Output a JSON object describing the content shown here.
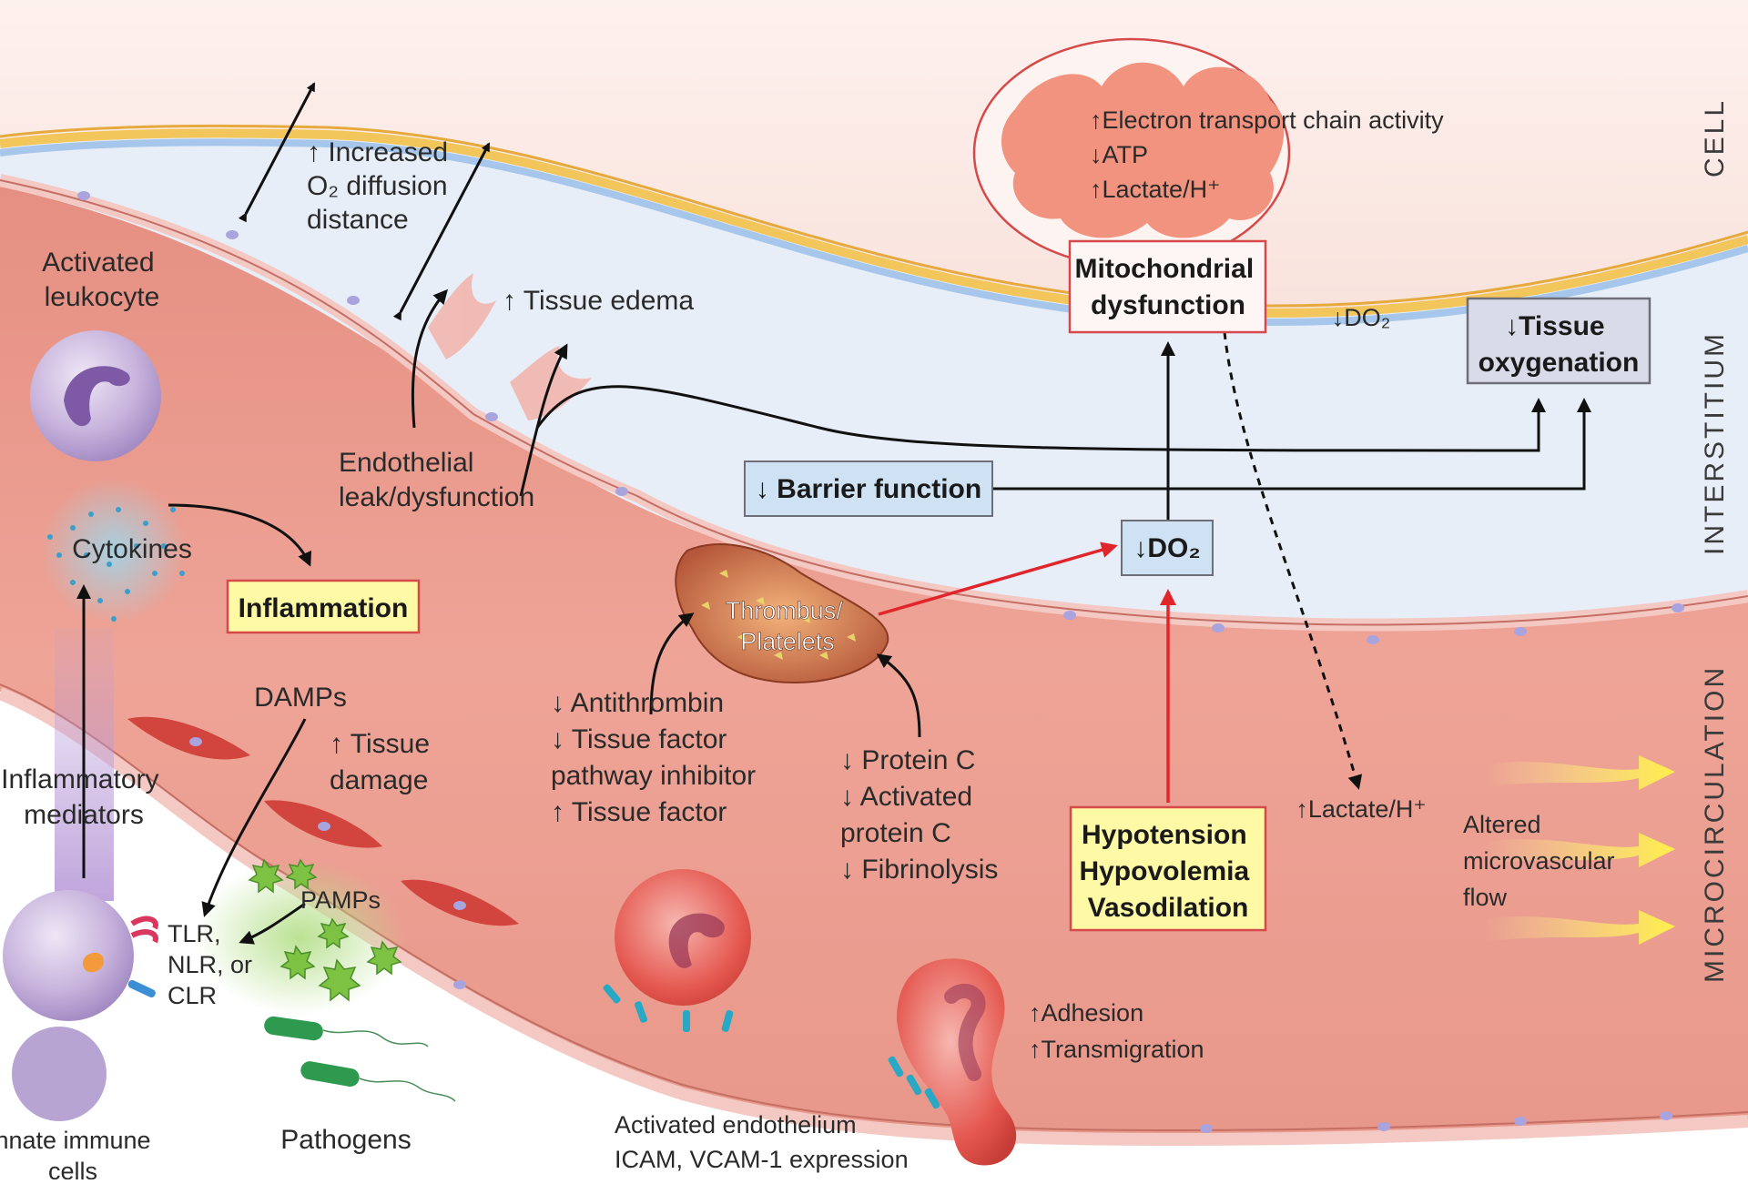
{
  "regions": {
    "cell": "CELL",
    "interstitium": "INTERSTITIUM",
    "microcirculation": "MICROCIRCULATION"
  },
  "labels": {
    "o2_diffusion": [
      "↑ Increased",
      "O₂ diffusion",
      "distance"
    ],
    "tissue_edema": "↑ Tissue edema",
    "activated_leukocyte": [
      "Activated",
      "leukocyte"
    ],
    "endothelial_leak": [
      "Endothelial",
      "leak/dysfunction"
    ],
    "cytokines": "Cytokines",
    "damps": "DAMPs",
    "tissue_damage": [
      "↑ Tissue",
      "damage"
    ],
    "inflammatory_mediators": [
      "Inflammatory",
      "mediators"
    ],
    "pamps": "PAMPs",
    "receptors": [
      "TLR,",
      "NLR, or",
      "CLR"
    ],
    "innate_immune_cells": [
      "Innate immune",
      "cells"
    ],
    "pathogens": "Pathogens",
    "mito_effects": [
      "↑Electron transport chain activity",
      "↓ATP",
      "↑Lactate/H⁺"
    ],
    "do2_interstitium": "↓DO₂",
    "thrombus": [
      "Thrombus/",
      "Platelets"
    ],
    "anticoag": [
      "↓ Antithrombin",
      "↓ Tissue factor",
      "pathway inhibitor",
      "↑ Tissue factor"
    ],
    "protein_c": [
      "↓ Protein C",
      "↓ Activated",
      "protein C",
      "↓ Fibrinolysis"
    ],
    "lactate_micro": "↑Lactate/H⁺",
    "altered_flow": [
      "Altered",
      "microvascular",
      "flow"
    ],
    "adhesion": [
      "↑Adhesion",
      "↑Transmigration"
    ],
    "activated_endothelium": [
      "Activated endothelium",
      "ICAM, VCAM-1 expression"
    ]
  },
  "boxes": {
    "mitochondrial_dysfunction": [
      "Mitochondrial",
      "dysfunction"
    ],
    "tissue_oxygenation": [
      "↓Tissue",
      "oxygenation"
    ],
    "barrier_function": "↓ Barrier function",
    "do2_box": "↓DO₂",
    "inflammation": "Inflammation",
    "hypotension": [
      "Hypotension",
      "Hypovolemia",
      "Vasodilation"
    ]
  },
  "colors": {
    "yellow_box": "#fef9a5",
    "yellow_border": "#d6494a",
    "blue_box": "#cfe2f3",
    "gray_box": "#dadbe8",
    "vessel": "#eba194",
    "interstitium": "#e9eef8",
    "red_arrow": "#e0262a"
  }
}
